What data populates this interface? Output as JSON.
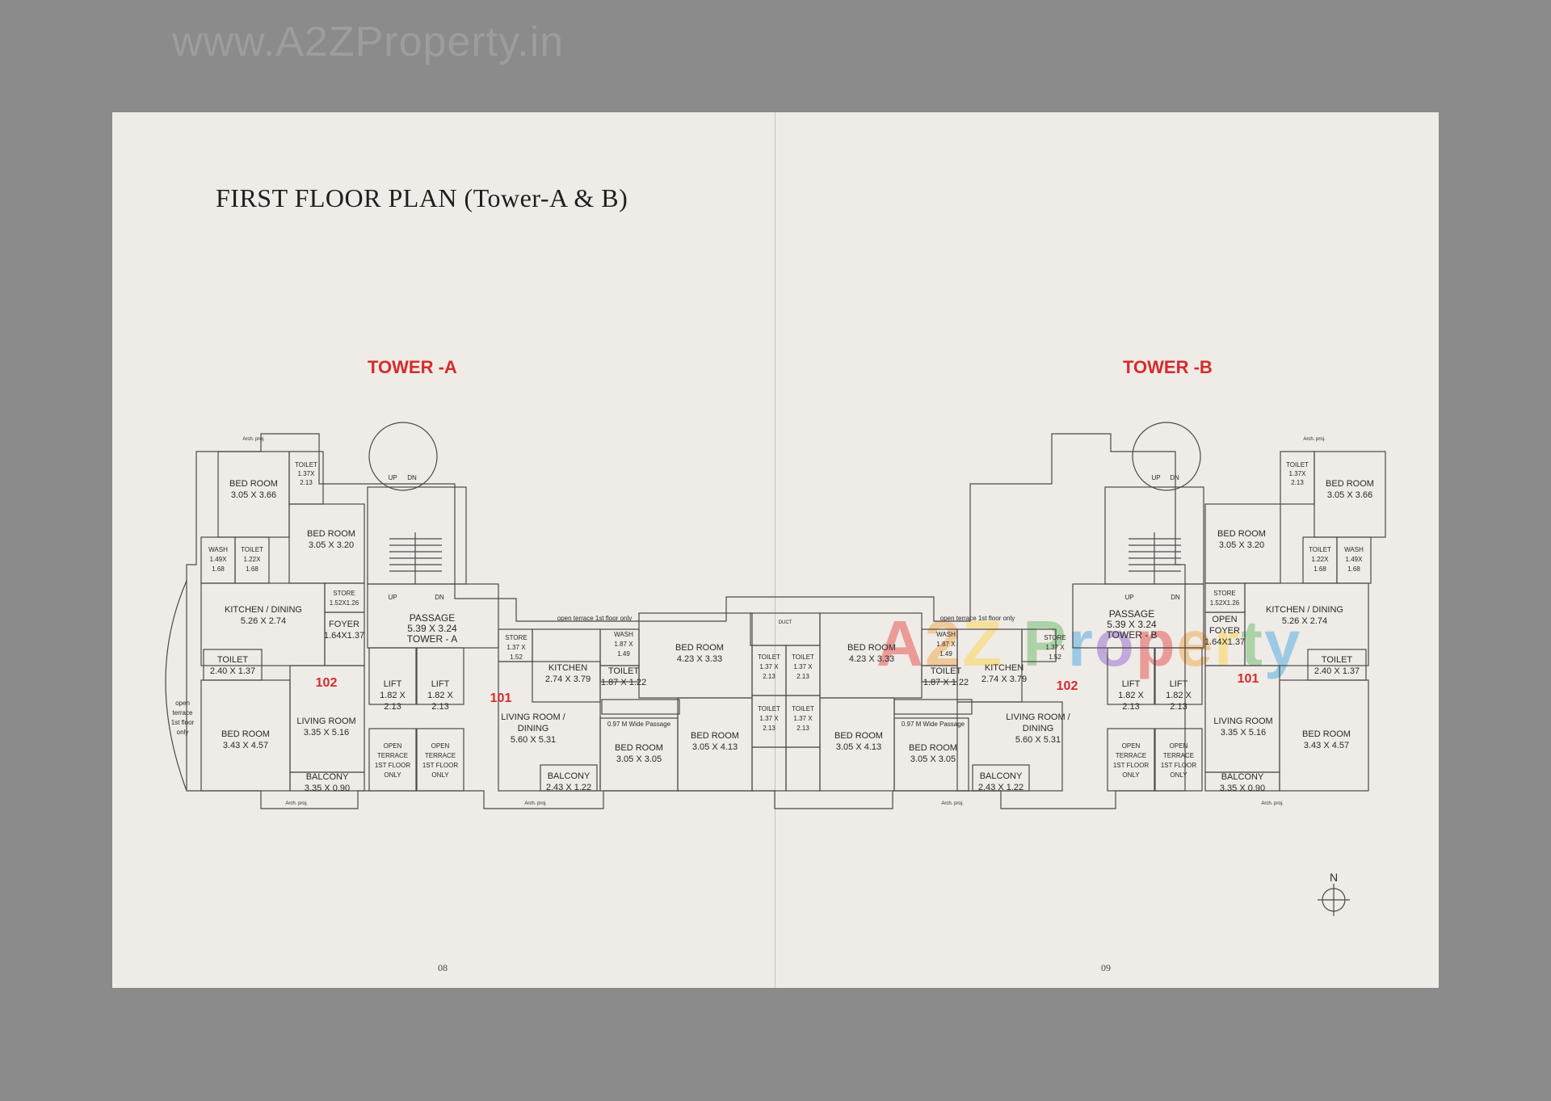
{
  "watermark": "www.A2ZProperty.in",
  "title": "FIRST FLOOR PLAN (Tower-A & B)",
  "towers": {
    "a": "TOWER -A",
    "b": "TOWER -B"
  },
  "pages": {
    "left": "08",
    "right": "09"
  },
  "brand_watermark": {
    "text": "A2Z Property",
    "colors": [
      "#e63b3b",
      "#f3a23a",
      "#ffd23a",
      "#5db55d",
      "#3aa0e0",
      "#8a5ad0"
    ]
  },
  "compass": "N",
  "labels": {
    "arch": "Arch. proj.",
    "open_terrace_only": "open terrace 1st floor only",
    "open_terrace_lines": [
      "open",
      "terrace",
      "1st floor",
      "only"
    ],
    "wide_passage": "0.97 M Wide Passage",
    "duct": "DUCT",
    "up": "UP",
    "dn": "DN",
    "flat_101": "101",
    "flat_102": "102"
  },
  "rooms": {
    "bed_a1": [
      "BED ROOM",
      "3.05 X 3.66"
    ],
    "toilet_a1": [
      "TOILET",
      "1.37X",
      "2.13"
    ],
    "bed_a2": [
      "BED ROOM",
      "3.05 X 3.20"
    ],
    "wash_a": [
      "WASH",
      "1.49X",
      "1.68"
    ],
    "toilet_a2": [
      "TOILET",
      "1.22X",
      "1.68"
    ],
    "kitchen_a102": [
      "KITCHEN / DINING",
      "5.26 X 2.74"
    ],
    "store_a102": [
      "STORE",
      "1.52X1.26"
    ],
    "foyer_a": [
      "FOYER",
      "1.64X1.37"
    ],
    "passage_a": [
      "PASSAGE",
      "5.39 X 3.24",
      "TOWER - A"
    ],
    "toilet_a3": [
      "TOILET",
      "2.40 X 1.37"
    ],
    "bed_a3": [
      "BED ROOM",
      "3.43 X 4.57"
    ],
    "living_a102": [
      "LIVING ROOM",
      "3.35 X 5.16"
    ],
    "balcony_a102": [
      "BALCONY",
      "3.35 X 0.90"
    ],
    "lift": [
      "LIFT",
      "1.82 X",
      "2.13"
    ],
    "open_terrace_block": [
      "OPEN",
      "TERRACE",
      "1ST FLOOR",
      "ONLY"
    ],
    "store_a101": [
      "STORE",
      "1.37 X",
      "1.52"
    ],
    "kitchen_a101": [
      "KITCHEN",
      "2.74 X 3.79"
    ],
    "wash_a101": [
      "WASH",
      "1.87 X",
      "1.49"
    ],
    "toilet_a101": [
      "TOILET",
      "1.87 X 1.22"
    ],
    "living_a101": [
      "LIVING ROOM /",
      "DINING",
      "5.60 X 5.31"
    ],
    "balcony_a101": [
      "BALCONY",
      "2.43 X 1.22"
    ],
    "bed_a101a": [
      "BED ROOM",
      "3.05 X 3.05"
    ],
    "bed_a101b": [
      "BED ROOM",
      "3.05 X 4.13"
    ],
    "bed_a101c": [
      "BED ROOM",
      "4.23 X 3.33"
    ],
    "toilet_mid": [
      "TOILET",
      "1.37 X",
      "2.13"
    ],
    "passage_b": [
      "PASSAGE",
      "5.39 X 3.24",
      "TOWER - B"
    ],
    "open_foyer_b": [
      "OPEN",
      "FOYER",
      "1.64X1.37"
    ],
    "bed_b1": [
      "BED ROOM",
      "3.05 X 3.66"
    ],
    "bed_b2": [
      "BED ROOM",
      "3.05 X 3.20"
    ],
    "wash_b": [
      "WASH",
      "1.49X",
      "1.68"
    ],
    "kitchen_b101": [
      "KITCHEN / DINING",
      "5.26 X 2.74"
    ],
    "toilet_b3": [
      "TOILET",
      "2.40 X 1.37"
    ],
    "living_b101": [
      "LIVING ROOM",
      "3.35 X 5.16"
    ],
    "bed_b3": [
      "BED ROOM",
      "3.43 X 4.57"
    ],
    "balcony_b101": [
      "BALCONY",
      "3.35 X 0.90"
    ]
  }
}
